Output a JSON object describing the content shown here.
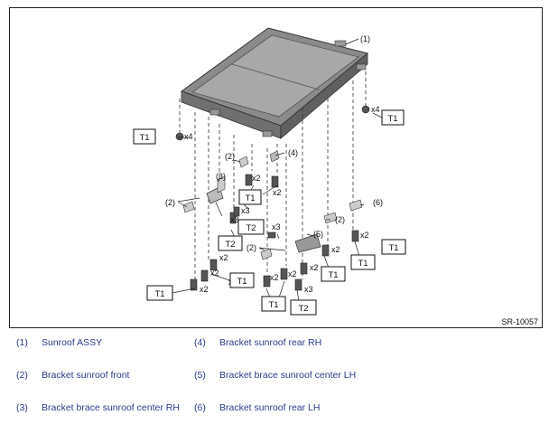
{
  "figure_code": "SR-10057",
  "callouts": {
    "c1": "(1)",
    "c2a": "(2)",
    "c2b": "(2)",
    "c2c": "(2)",
    "c2d": "(2)",
    "c3": "(3)",
    "c4": "(4)",
    "c5": "(5)",
    "c6": "(6)"
  },
  "torque_labels": {
    "t1_a": "T1",
    "t1_b": "T1",
    "t1_c": "T1",
    "t1_d": "T1",
    "t1_e": "T1",
    "t1_f": "T1",
    "t1_g": "T1",
    "t1_h": "T1",
    "t1_i": "T1",
    "t2_a": "T2",
    "t2_b": "T2",
    "t2_c": "T2"
  },
  "quantities": {
    "q_tl": "x4",
    "q_tr": "x4",
    "q_a": "x2",
    "q_b": "x2",
    "q_c": "x3",
    "q_d": "x3",
    "q_e": "x3",
    "q_f": "x2",
    "q_g": "x2",
    "q_h": "x2",
    "q_i": "x2",
    "q_j": "x2",
    "q_k": "x2",
    "q_l": "x2",
    "q_m": "x2",
    "q_n": "x3",
    "q_o": "x2"
  },
  "legend": [
    {
      "num": "(1)",
      "text": "Sunroof ASSY"
    },
    {
      "num": "(2)",
      "text": "Bracket sunroof front"
    },
    {
      "num": "(3)",
      "text": "Bracket brace sunroof center RH"
    },
    {
      "num": "(4)",
      "text": "Bracket sunroof rear RH"
    },
    {
      "num": "(5)",
      "text": "Bracket brace sunroof center LH"
    },
    {
      "num": "(6)",
      "text": "Bracket sunroof rear LH"
    }
  ]
}
